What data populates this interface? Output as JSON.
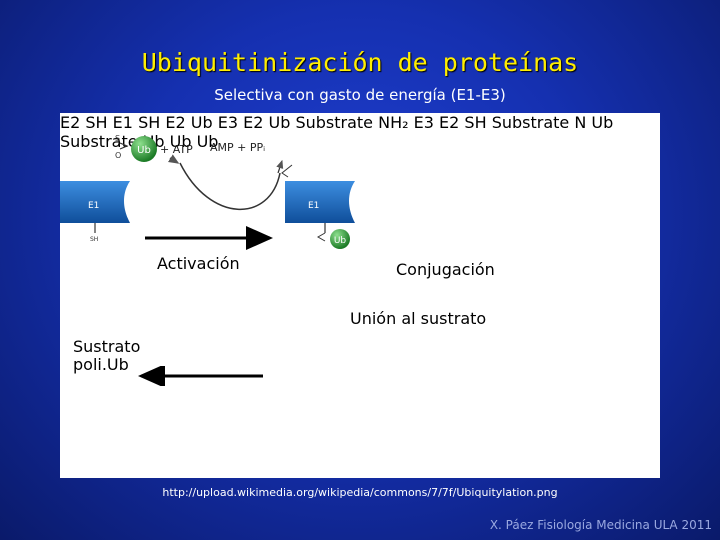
{
  "title": "Ubiquitinización de proteínas",
  "subtitle": "Selectiva con gasto de energía (E1-E3)",
  "diagram": {
    "reagents": {
      "ub": "Ub",
      "atp": "+ ATP",
      "amp_ppi": "AMP + PPᵢ"
    },
    "enzymes": {
      "e1": "E1",
      "e2": "E2",
      "e3": "E3"
    },
    "groups": {
      "sh": "SH",
      "s": "S",
      "o": "O",
      "nh2": "NH₂",
      "h": "H",
      "n": "N"
    },
    "substrate": "Substrate",
    "steps": {
      "activation": "Activación",
      "conjugation": "Conjugación",
      "binding": "Unión al sustrato",
      "polyub": "Sustrato\npoli.Ub"
    }
  },
  "source_url": "http://upload.wikimedia.org/wikipedia/commons/7/7f/Ubiquitylation.png",
  "credit": "X. Páez Fisiología Medicina ULA 2011",
  "colors": {
    "background": "#1a36c0",
    "title": "#ffee00",
    "e1": "#1f6fc0",
    "e2": "#4aa3d8",
    "e3": "#d8202a",
    "ub": "#2e9e3a",
    "substrate": "#b6d96a"
  }
}
